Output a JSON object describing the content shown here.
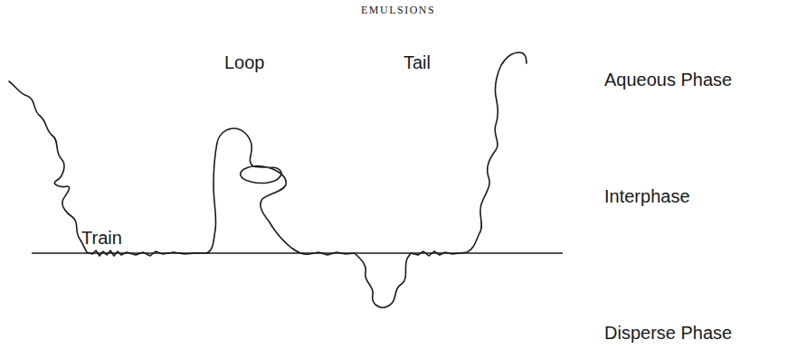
{
  "diagram": {
    "title": "EMULSIONS",
    "labels": [
      "Loop",
      "Tail",
      "Aqueous Phase",
      "Interphase",
      "Train",
      "Disperse Phase"
    ]
  }
}
